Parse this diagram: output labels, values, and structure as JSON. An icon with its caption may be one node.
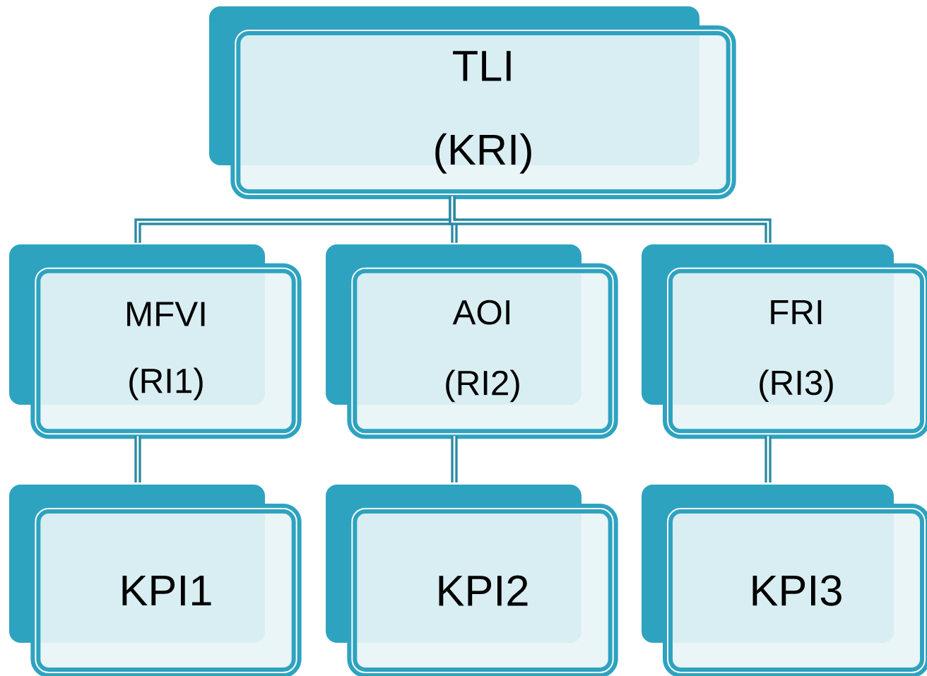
{
  "diagram": {
    "nodes": [
      {
        "text": [
          "TLI",
          "(KRI)"
        ]
      },
      {
        "text": [
          "MFVI",
          "(RI1)"
        ]
      },
      {
        "text": [
          "AOI",
          "(RI2)"
        ]
      },
      {
        "text": [
          "FRI",
          "(RI3)"
        ]
      },
      {
        "text": [
          "KPI1"
        ]
      },
      {
        "text": [
          "KPI2"
        ]
      },
      {
        "text": [
          "KPI3"
        ]
      }
    ],
    "edges": [
      {
        "from": 0,
        "to": 1,
        "arrow": "none"
      },
      {
        "from": 0,
        "to": 2,
        "arrow": "none"
      },
      {
        "from": 0,
        "to": 3,
        "arrow": "none"
      },
      {
        "from": 1,
        "to": 4,
        "arrow": "none"
      },
      {
        "from": 2,
        "to": 5,
        "arrow": "none"
      },
      {
        "from": 3,
        "to": 6,
        "arrow": "none"
      }
    ]
  }
}
